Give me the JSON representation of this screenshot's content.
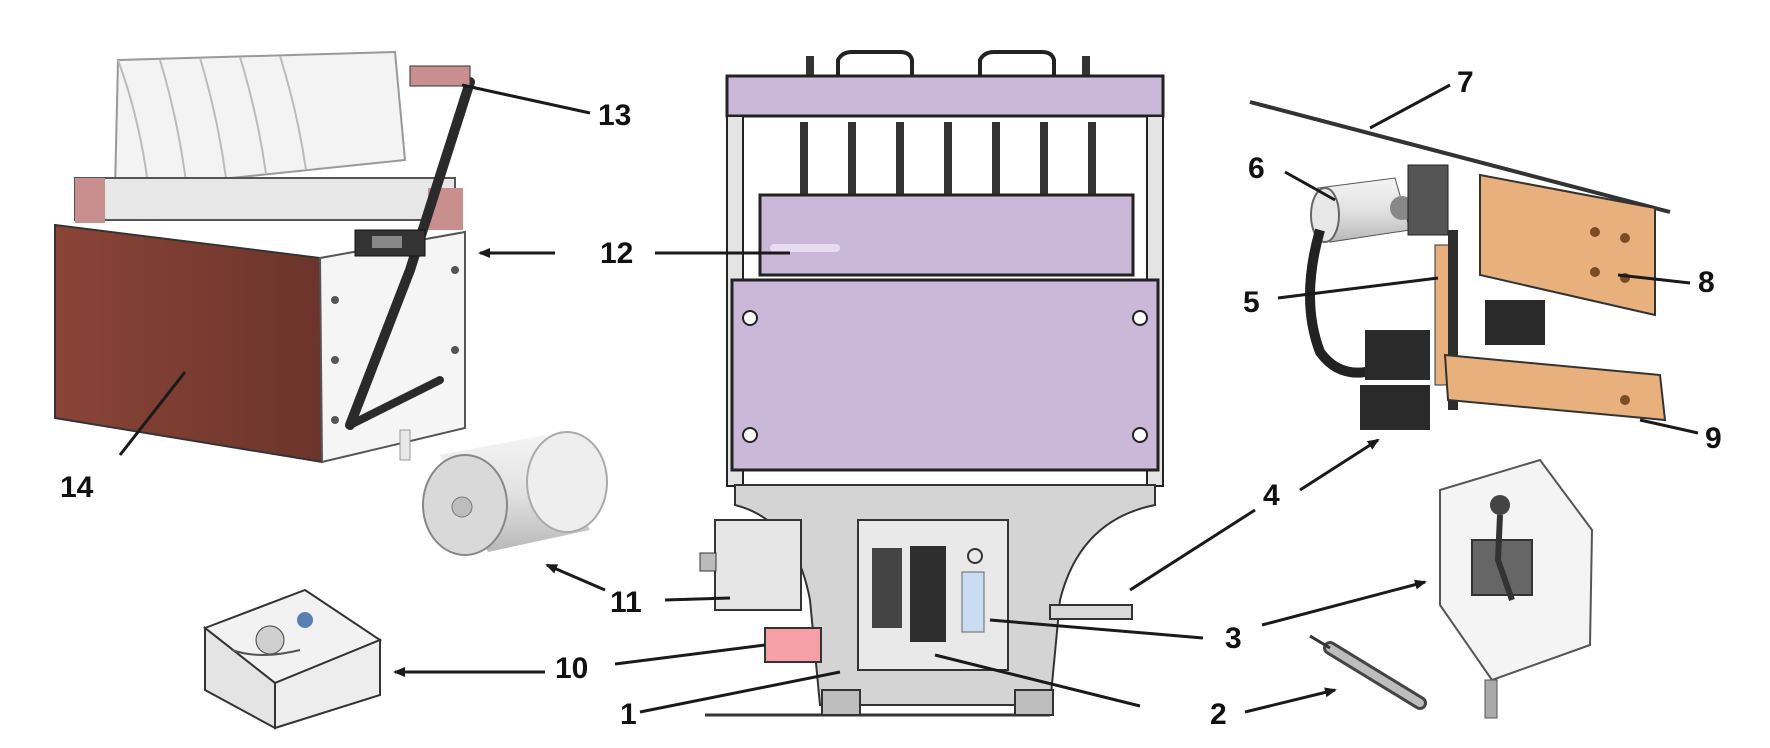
{
  "callouts": {
    "c1": "1",
    "c2": "2",
    "c3": "3",
    "c4": "4",
    "c5": "5",
    "c6": "6",
    "c7": "7",
    "c8": "8",
    "c9": "9",
    "c10": "10",
    "c11": "11",
    "c12": "12",
    "c13": "13",
    "c14": "14"
  },
  "colors": {
    "panel_purple": "#c9b8d8",
    "panel_purple_dark": "#b9a6cc",
    "brown_board": "#7e3e33",
    "copper_plate": "#e7b07c",
    "frame_grey": "#d9d9d9",
    "outline": "#222222",
    "accent_pink": "#f4a0a6",
    "accent_blue": "#c9dcf2"
  }
}
